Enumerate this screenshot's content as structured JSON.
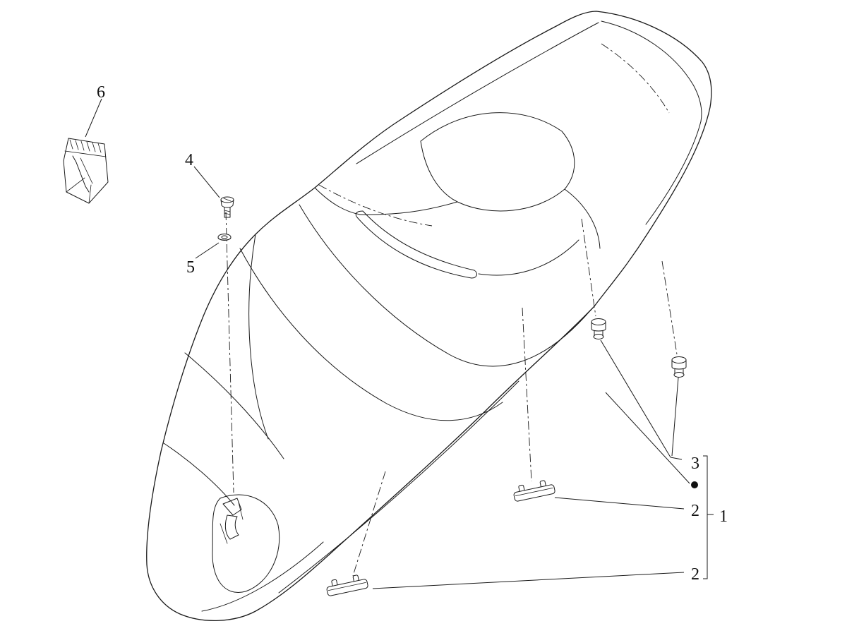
{
  "diagram": {
    "background_color": "#ffffff",
    "line_color": "#1a1a1a",
    "text_color": "#111111"
  },
  "callouts": [
    {
      "label": "1"
    },
    {
      "label": "2"
    },
    {
      "label": "2"
    },
    {
      "label": "3"
    },
    {
      "label": "4"
    },
    {
      "label": "5"
    },
    {
      "label": "6"
    }
  ],
  "markers": {
    "assembly_dot": "filled-circle"
  }
}
